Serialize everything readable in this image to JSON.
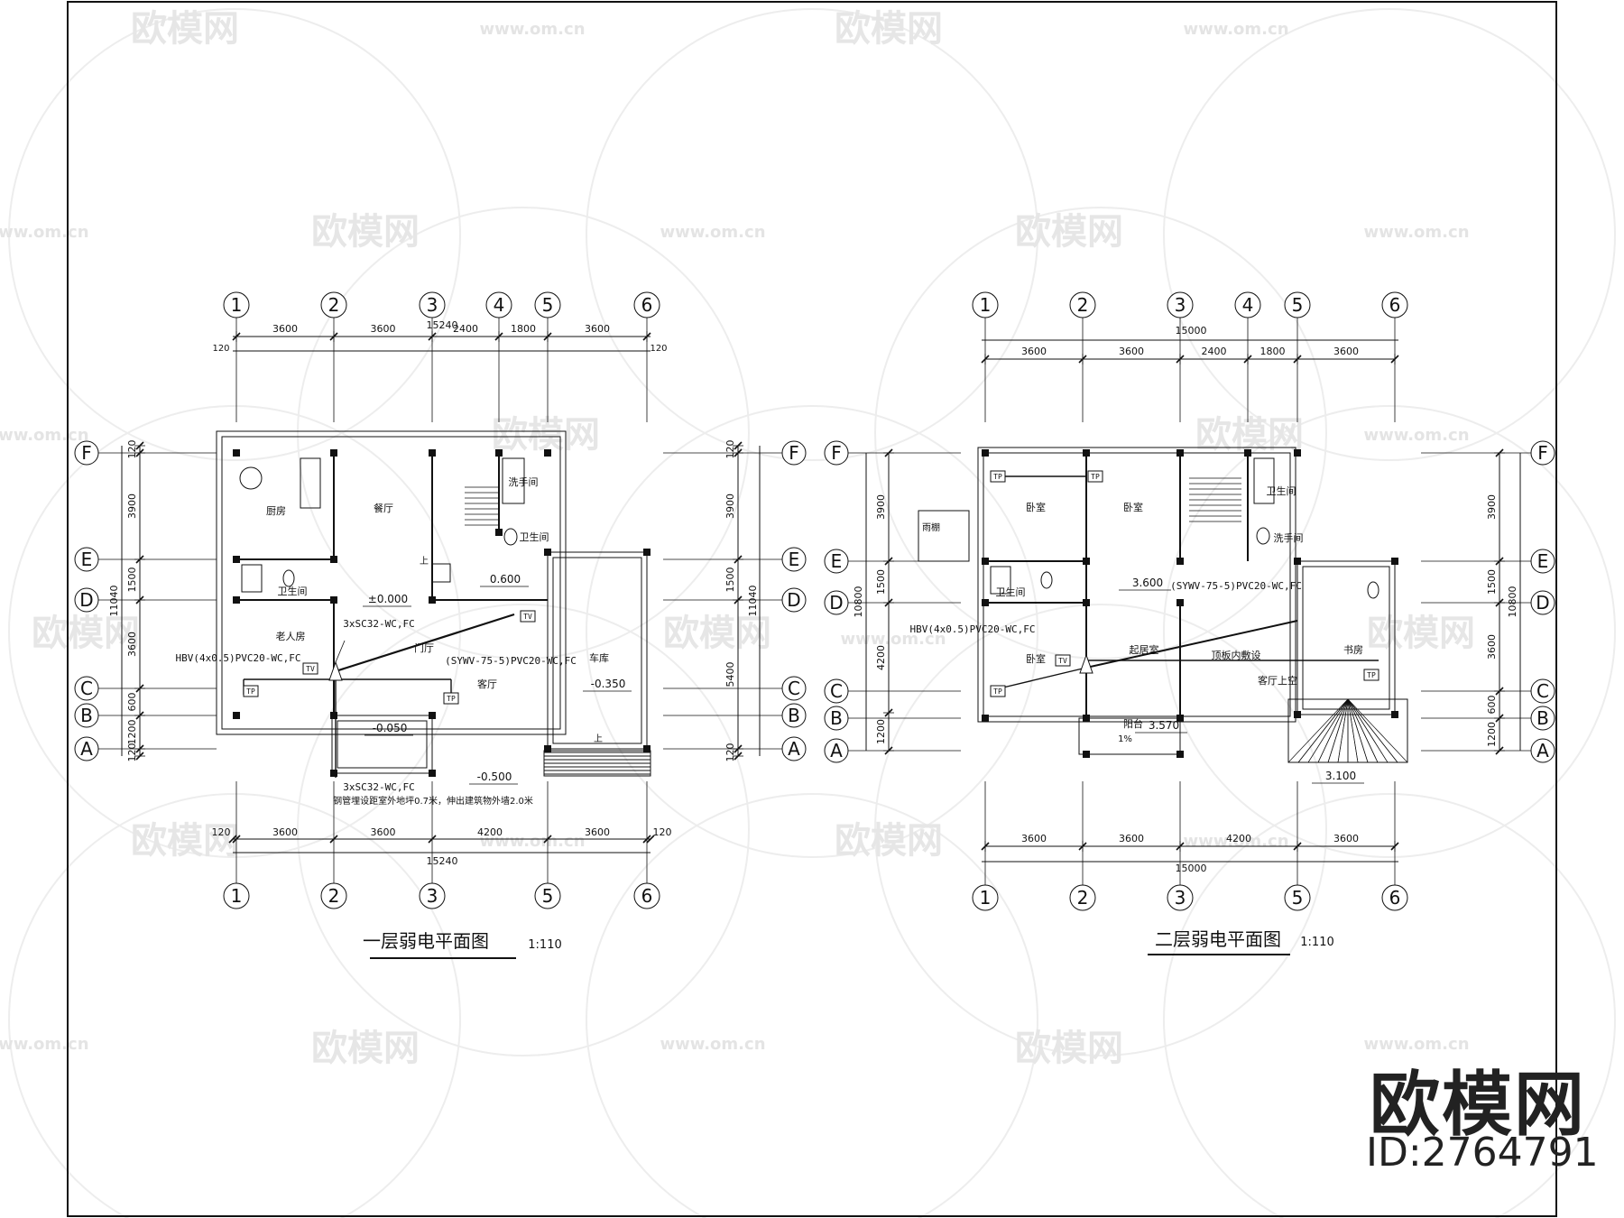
{
  "watermark": {
    "brand": "欧模网",
    "url": "www.om.cn"
  },
  "stamp": {
    "brand": "欧模网",
    "id_label": "ID:2764791"
  },
  "plan1": {
    "title": "一层弱电平面图",
    "scale": "1:110",
    "axes_x": [
      "1",
      "2",
      "3",
      "4",
      "5",
      "6"
    ],
    "axes_x_bottom": [
      "1",
      "2",
      "3",
      "5",
      "6"
    ],
    "axes_y": [
      "F",
      "E",
      "D",
      "C",
      "B",
      "A"
    ],
    "dims_top": [
      "120",
      "3600",
      "3600",
      "2400",
      "1800",
      "3600",
      "120"
    ],
    "total_top": "15240",
    "dims_bottom": [
      "120",
      "3600",
      "3600",
      "4200",
      "3600",
      "120"
    ],
    "total_bottom": "15240",
    "dims_left": [
      "120",
      "3900",
      "1500",
      "3600",
      "600",
      "1200",
      "120"
    ],
    "total_left": "11040",
    "dims_right": [
      "120",
      "3900",
      "1500",
      "5400",
      "120"
    ],
    "total_right": "11040",
    "rooms": [
      "厨房",
      "餐厅",
      "卫生间",
      "洗手间",
      "卫生间",
      "老人房",
      "门厅",
      "客厅",
      "车库"
    ],
    "levels": [
      "±0.000",
      "0.600",
      "-0.350",
      "-0.050",
      "-0.500"
    ],
    "up_label": "上",
    "cables": [
      "3xSC32-WC,FC",
      "HBV(4x0.5)PVC20-WC,FC",
      "(SYWV-75-5)PVC20-WC,FC",
      "3xSC32-WC,FC"
    ],
    "note": "钢管埋设距室外地坪0.7米，伸出建筑物外墙2.0米",
    "tags": {
      "tv": "TV",
      "tp": "TP"
    }
  },
  "plan2": {
    "title": "二层弱电平面图",
    "scale": "1:110",
    "axes_x": [
      "1",
      "2",
      "3",
      "4",
      "5",
      "6"
    ],
    "axes_x_bottom": [
      "1",
      "2",
      "3",
      "5",
      "6"
    ],
    "axes_y": [
      "F",
      "E",
      "D",
      "C",
      "B",
      "A"
    ],
    "dims_top": [
      "3600",
      "3600",
      "2400",
      "1800",
      "3600"
    ],
    "total_top": "15000",
    "dims_bottom": [
      "3600",
      "3600",
      "4200",
      "3600"
    ],
    "total_bottom": "15000",
    "dims_left": [
      "3900",
      "1500",
      "4200",
      "1200"
    ],
    "total_left": "10800",
    "dims_right": [
      "3900",
      "1500",
      "3600",
      "600",
      "1200"
    ],
    "total_right": "10800",
    "rooms": [
      "卧室",
      "卧室",
      "卫生间",
      "洗手间",
      "卫生间",
      "卧室",
      "起居室",
      "客厅上空",
      "书房",
      "阳台"
    ],
    "levels": [
      "3.600",
      "3.570",
      "3.100"
    ],
    "misc": [
      "雨棚",
      "顶板内敷设",
      "1%"
    ],
    "cables": [
      "(SYWV-75-5)PVC20-WC,FC",
      "HBV(4x0.5)PVC20-WC,FC"
    ],
    "tags": {
      "tv": "TV",
      "tp": "TP"
    }
  }
}
